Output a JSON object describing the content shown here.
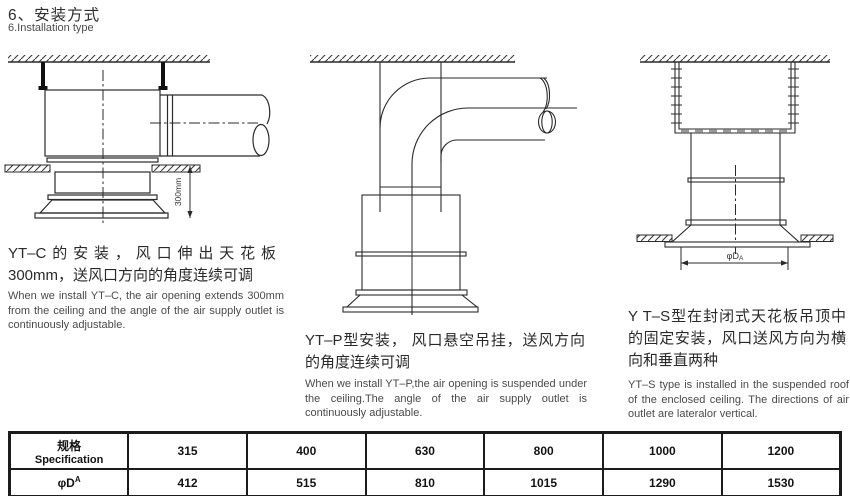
{
  "page": {
    "title_cn": "6、安装方式",
    "title_en": "6.Installation type",
    "line_color": "#2a2a2a",
    "background": "#ffffff"
  },
  "figure1": {
    "name": "YT-C ceiling installation diagram",
    "dim_label": "300mm",
    "caption_cn": "YT–C的安装，风口伸出天花板300mm，送风口方向的角度连续可调",
    "caption_en": "When we install YT–C, the air opening extends 300mm from the ceiling and the angle of the air supply outlet is continuously adjustable."
  },
  "figure2": {
    "name": "YT-P suspended installation diagram",
    "caption_cn": "YT–P型安装， 风口悬空吊挂，送风方向的角度连续可调",
    "caption_en": "When we install YT–P,the air opening is suspended under the ceiling.The angle of the air supply outlet is continuously adjustable."
  },
  "figure3": {
    "name": "YT-S enclosed ceiling installation diagram",
    "dim_base": "φD",
    "dim_sub": "A",
    "caption_cn": "Y T–S型在封闭式天花板吊顶中的固定安装，风口送风方向为横向和垂直两种",
    "caption_en": "YT–S type is installed in the suspended roof of the enclosed ceiling. The directions of air outlet are lateralor vertical."
  },
  "table": {
    "header_cn": "规格",
    "header_en": "Specification",
    "row_label_base": "φD",
    "row_label_sup": "A",
    "columns": [
      "315",
      "400",
      "630",
      "800",
      "1000",
      "1200"
    ],
    "values": [
      "412",
      "515",
      "810",
      "1015",
      "1290",
      "1530"
    ]
  }
}
